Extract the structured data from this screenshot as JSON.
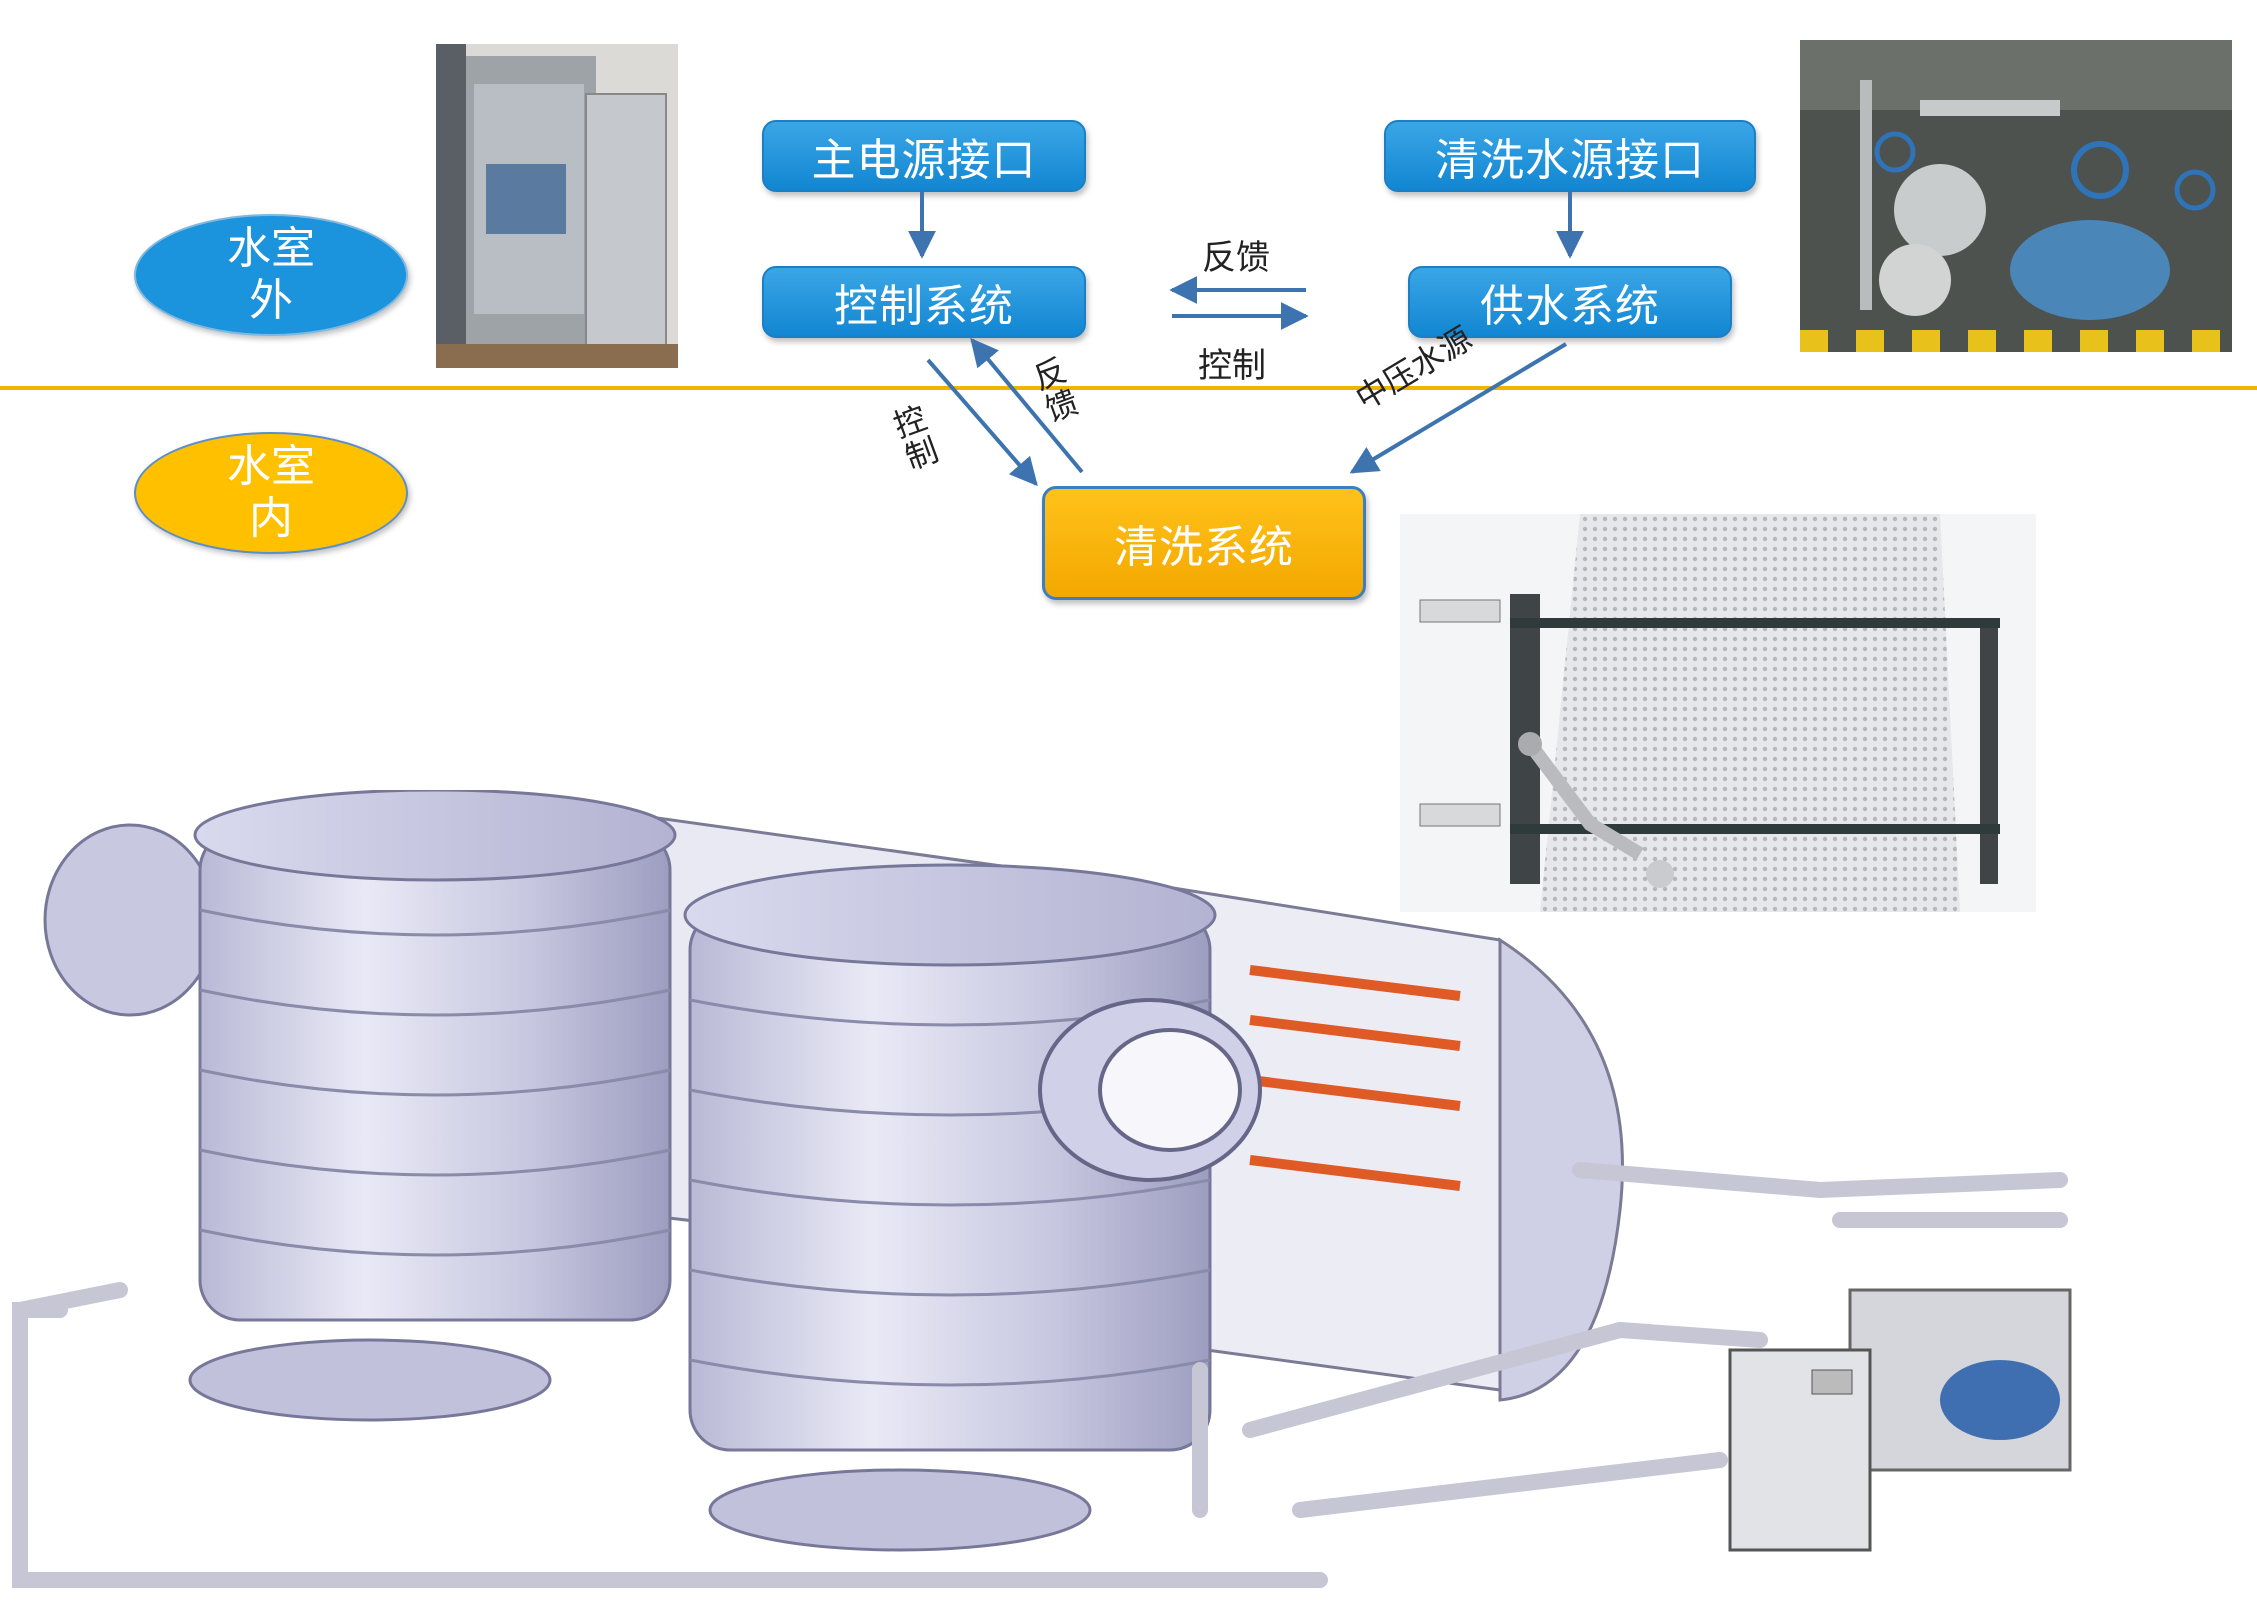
{
  "zones": {
    "outside": {
      "label": "水室\n外",
      "color": "#1b93dd"
    },
    "inside": {
      "label": "水室\n内",
      "color": "#ffc000"
    },
    "divider_color": "#f0b400"
  },
  "boxes": {
    "main_power": "主电源接口",
    "control_system": "控制系统",
    "wash_water": "清洗水源接口",
    "water_supply": "供水系统",
    "cleaning_system": "清洗系统"
  },
  "arrow_labels": {
    "feedback_top": "反馈",
    "control_top": "控制",
    "control_diag": "控制",
    "feedback_diag": "反馈",
    "medium_pressure": "中压水源"
  },
  "images": {
    "cabinet": "control-cabinet-photo",
    "pump": "pump-station-photo",
    "nozzle": "nozzle-rack-render",
    "assembly": "condenser-water-chamber-render"
  }
}
